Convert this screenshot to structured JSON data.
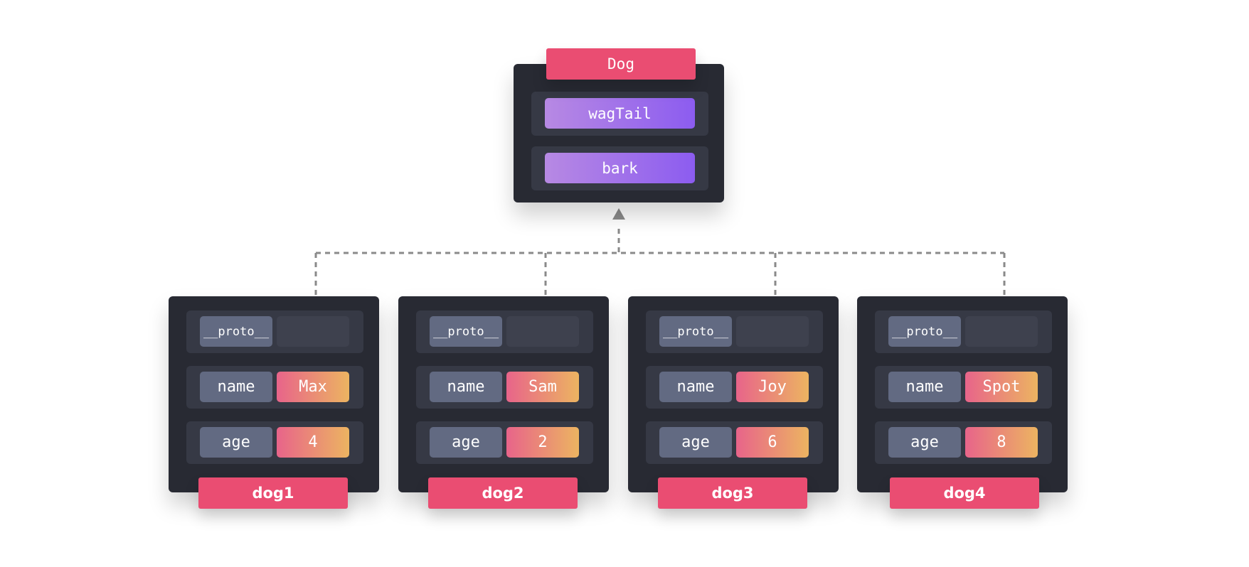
{
  "prototype": {
    "title": "Dog",
    "methods": [
      "wagTail",
      "bark"
    ]
  },
  "instances": [
    {
      "label": "dog1",
      "proto_key": "__proto__",
      "fields": [
        {
          "key": "name",
          "value": "Max"
        },
        {
          "key": "age",
          "value": "4"
        }
      ]
    },
    {
      "label": "dog2",
      "proto_key": "__proto__",
      "fields": [
        {
          "key": "name",
          "value": "Sam"
        },
        {
          "key": "age",
          "value": "2"
        }
      ]
    },
    {
      "label": "dog3",
      "proto_key": "__proto__",
      "fields": [
        {
          "key": "name",
          "value": "Joy"
        },
        {
          "key": "age",
          "value": "6"
        }
      ]
    },
    {
      "label": "dog4",
      "proto_key": "__proto__",
      "fields": [
        {
          "key": "name",
          "value": "Spot"
        },
        {
          "key": "age",
          "value": "8"
        }
      ]
    }
  ],
  "colors": {
    "card_bg": "#282a33",
    "row_bg": "#363945",
    "label_bg": "#ea4d72",
    "method_gradient": [
      "#b789e3",
      "#8c5cf0"
    ],
    "value_gradient": [
      "#e8648a",
      "#ecb461"
    ],
    "connector": "#8a8a8a"
  }
}
